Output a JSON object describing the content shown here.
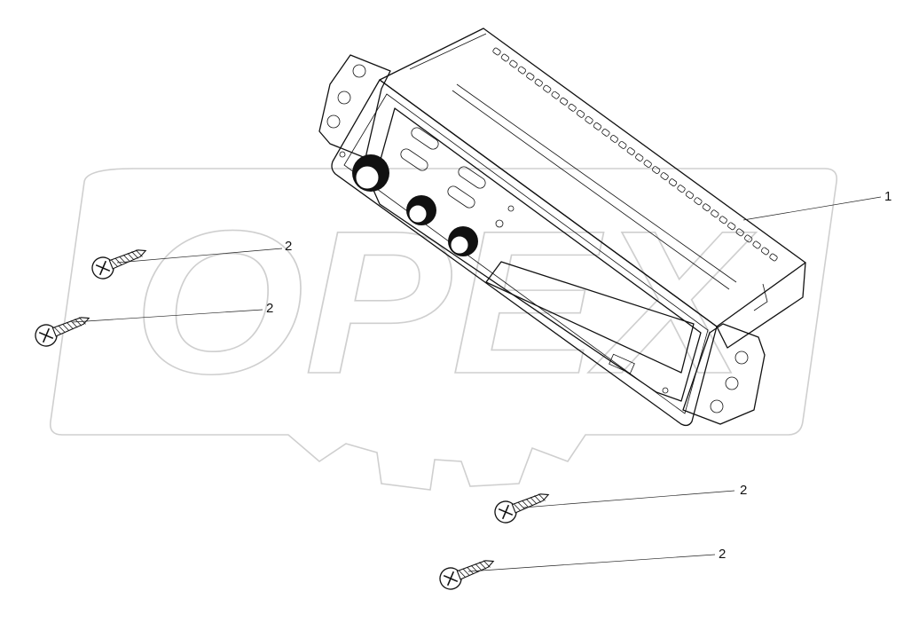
{
  "watermark": {
    "text": "OPEX"
  },
  "callouts": [
    {
      "id": "radio",
      "label": "1"
    },
    {
      "id": "screw-a",
      "label": "2"
    },
    {
      "id": "screw-b",
      "label": "2"
    },
    {
      "id": "screw-c",
      "label": "2"
    },
    {
      "id": "screw-d",
      "label": "2"
    }
  ],
  "colors": {
    "line": "#111111",
    "watermark": "#cfcfcf",
    "background": "#ffffff"
  }
}
